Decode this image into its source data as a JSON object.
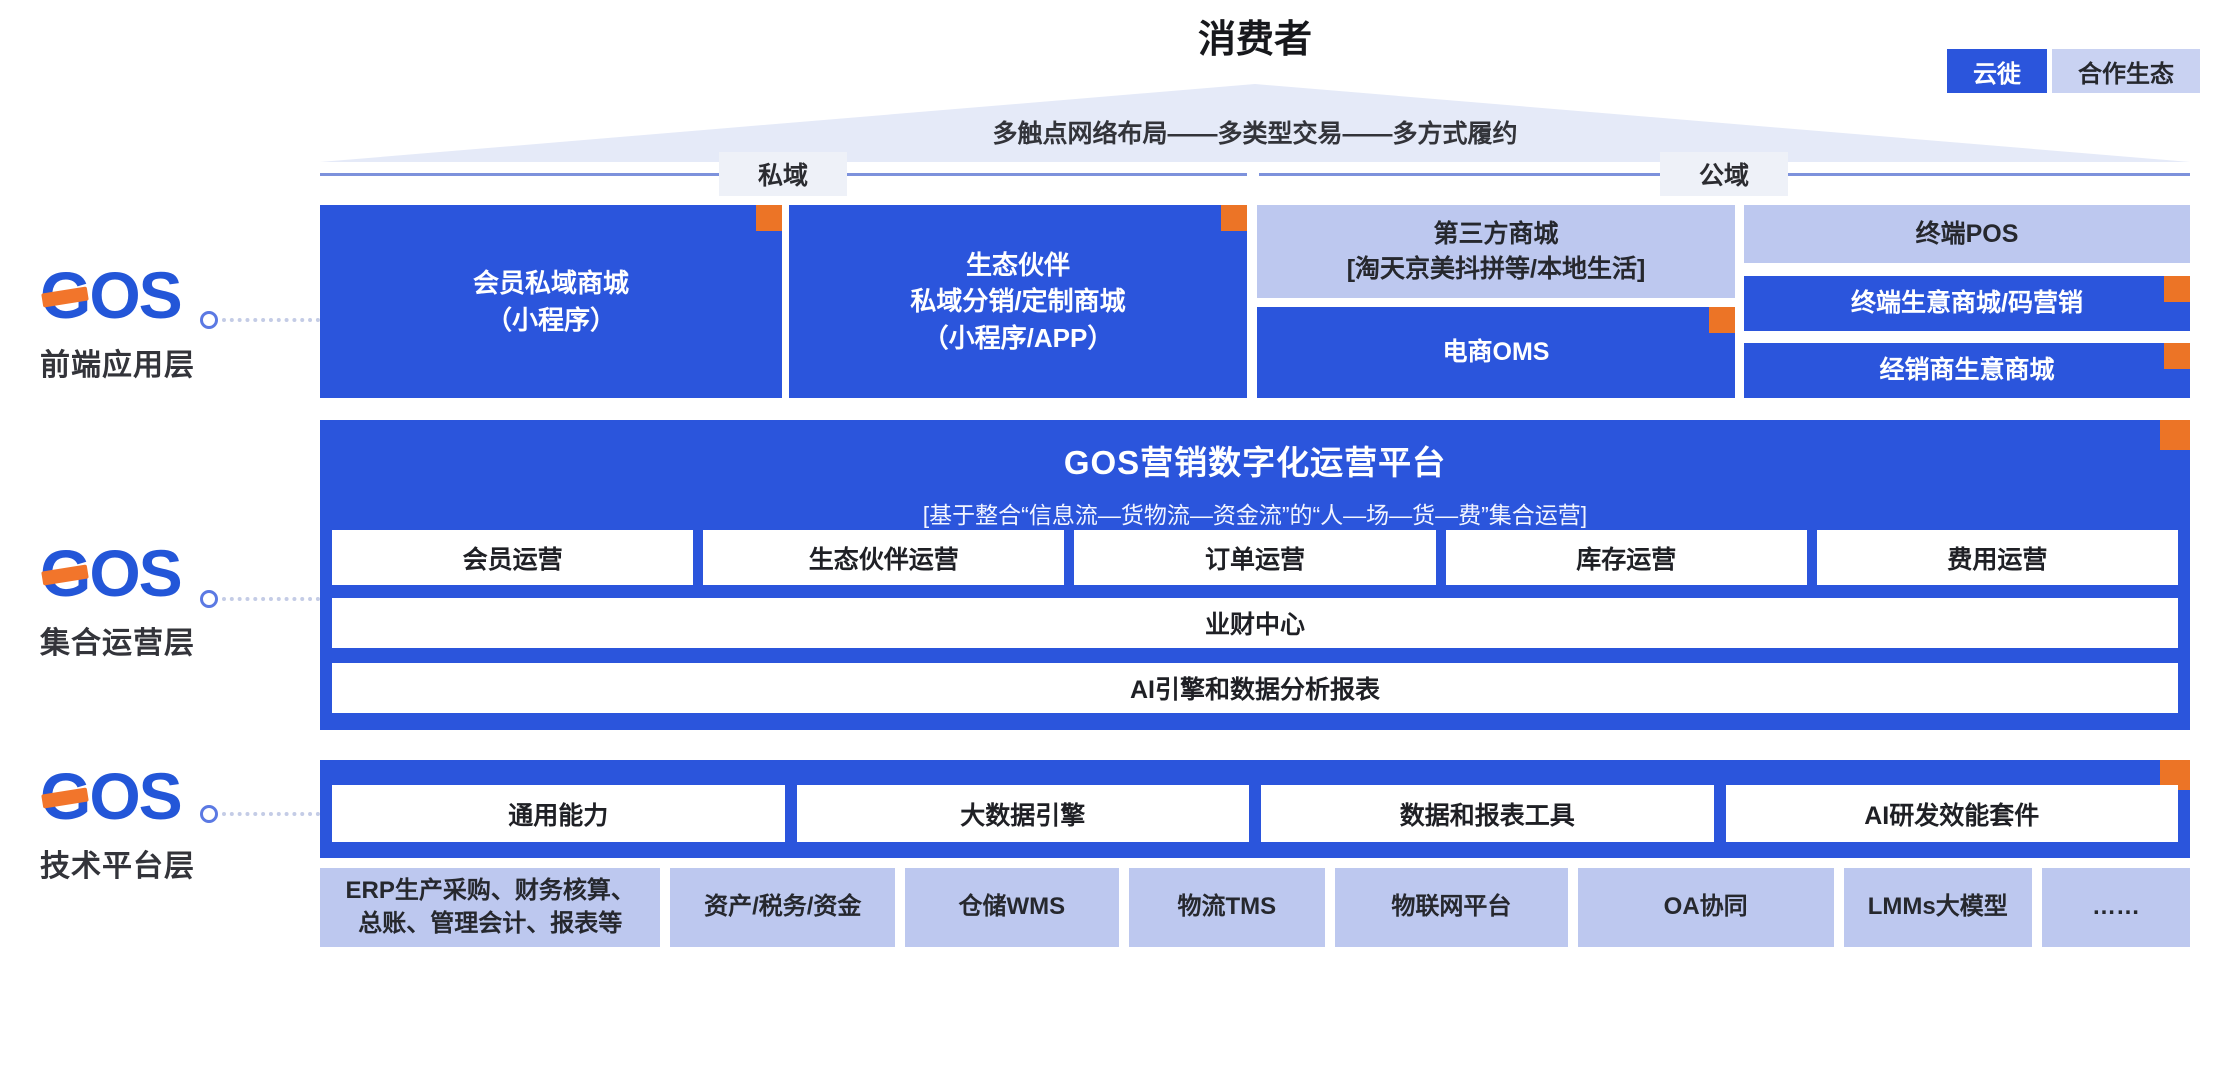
{
  "title": "消费者",
  "legend": {
    "primary": "云徙",
    "secondary": "合作生态"
  },
  "banner": "多触点网络布局——多类型交易——多方式履约",
  "domains": {
    "private": "私域",
    "public": "公域"
  },
  "layers": {
    "frontend": {
      "logo": "GOS",
      "label": "前端应用层"
    },
    "operations": {
      "logo": "GOS",
      "label": "集合运营层"
    },
    "platform": {
      "logo": "GOS",
      "label": "技术平台层"
    }
  },
  "frontend_row": {
    "member_mall": "会员私域商城\n（小程序）",
    "partner_mall": "生态伙伴\n私域分销/定制商城\n（小程序/APP）",
    "third_party_mall": "第三方商城\n[淘天京美抖拼等/本地生活]",
    "ecommerce_oms": "电商OMS",
    "terminal_pos": "终端POS",
    "terminal_mall": "终端生意商城/码营销",
    "dealer_mall": "经销商生意商城"
  },
  "operations_platform": {
    "title": "GOS营销数字化运营平台",
    "subtitle": "[基于整合“信息流—货物流—资金流”的“人—场—货—费”集合运营]",
    "modules": [
      "会员运营",
      "生态伙伴运营",
      "订单运营",
      "库存运营",
      "费用运营"
    ],
    "finance_center": "业财中心",
    "ai_reports": "AI引擎和数据分析报表"
  },
  "tech_platform": {
    "modules": [
      "通用能力",
      "大数据引擎",
      "数据和报表工具",
      "AI研发效能套件"
    ]
  },
  "external_systems": [
    "ERP生产采购、财务核算、\n总账、管理会计、报表等",
    "资产/税务/资金",
    "仓储WMS",
    "物流TMS",
    "物联网平台",
    "OA协同",
    "LMMs大模型",
    "……"
  ],
  "colors": {
    "primary_blue": "#2B55DC",
    "lavender": "#BDC8EF",
    "orange": "#EC7426",
    "banner_bg": "#E5EAF8",
    "divider_line": "#7D92DC",
    "logo_blue": "#2356D8",
    "logo_orange": "#F2752B"
  }
}
